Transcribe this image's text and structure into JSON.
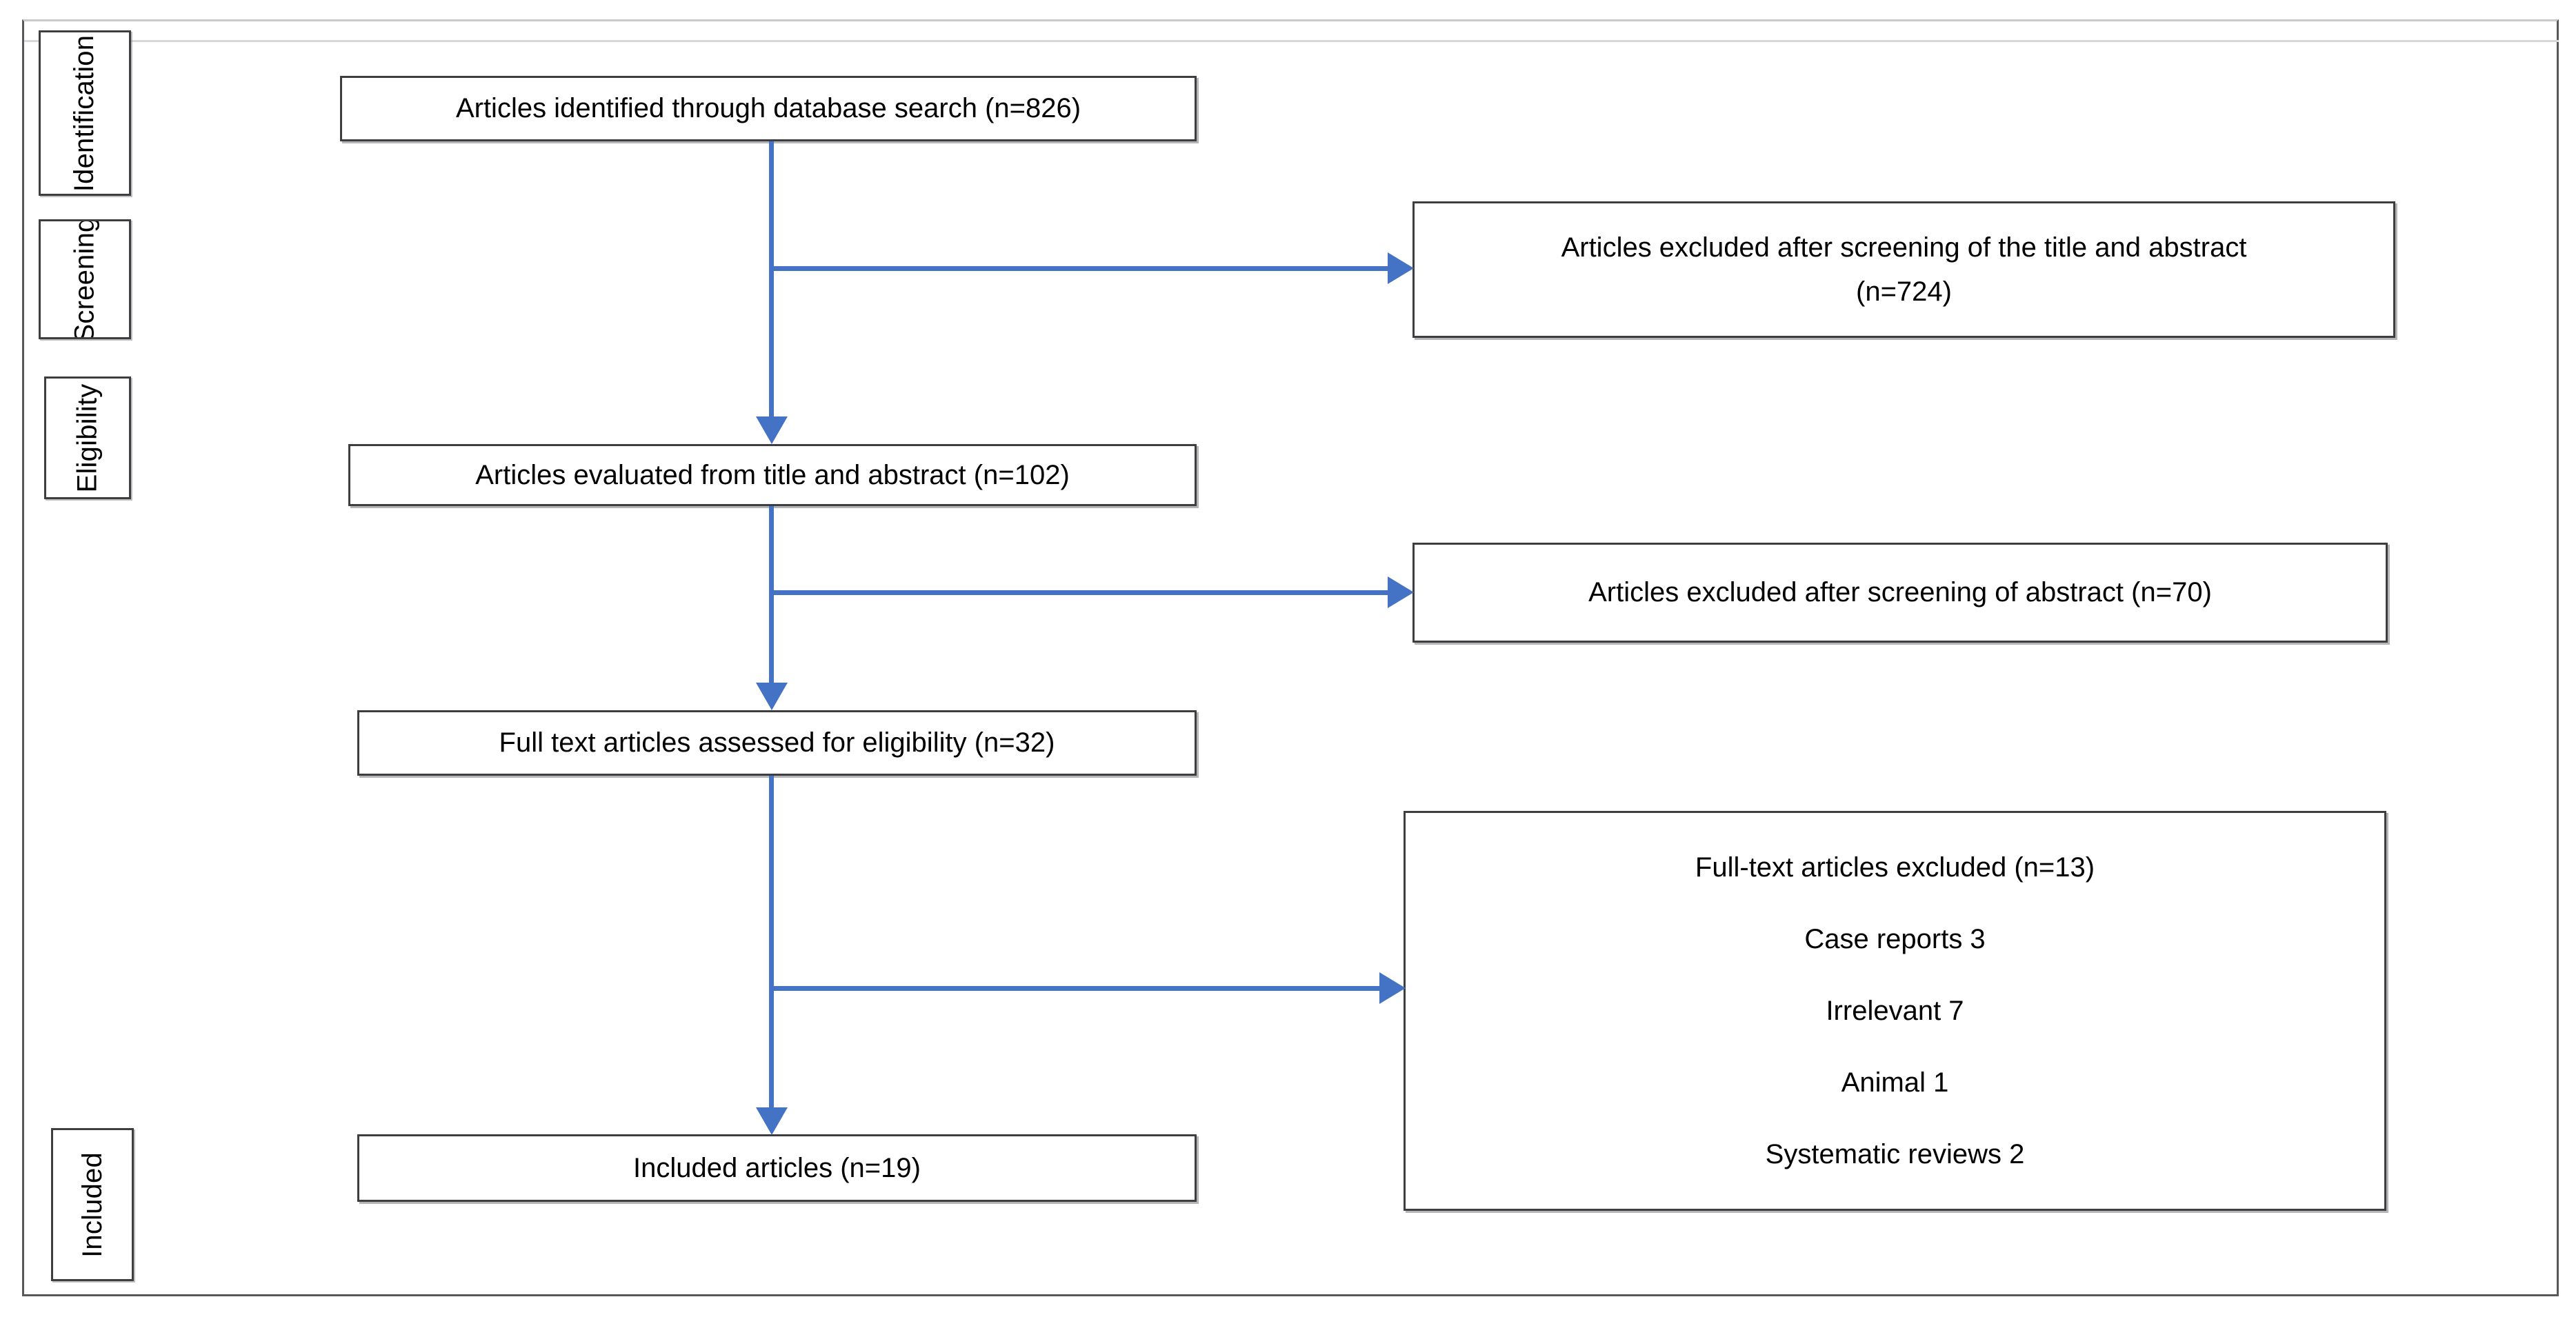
{
  "diagram": {
    "type": "prisma-flow-diagram",
    "accent_color": "#4473C4",
    "box_border_color": "#3E3E40",
    "background_color": "#FFFFFF",
    "stages": [
      {
        "id": "identification",
        "label": "Identification"
      },
      {
        "id": "screening",
        "label": "Screening"
      },
      {
        "id": "eligibility",
        "label": "Eligibility"
      },
      {
        "id": "included",
        "label": "Included"
      }
    ],
    "flow_nodes": [
      {
        "id": "identified",
        "stage": "identification",
        "lines": [
          "Articles identified through database search (n=826)"
        ],
        "n": 826
      },
      {
        "id": "evaluated",
        "stage": "screening",
        "lines": [
          "Articles evaluated from title and abstract (n=102)"
        ],
        "n": 102
      },
      {
        "id": "fulltext-assessed",
        "stage": "eligibility",
        "lines": [
          "Full text articles assessed for eligibility (n=32)"
        ],
        "n": 32
      },
      {
        "id": "included",
        "stage": "included",
        "lines": [
          "Included articles (n=19)"
        ],
        "n": 19
      }
    ],
    "exclusion_nodes": [
      {
        "id": "excluded-title-abstract",
        "lines": [
          "Articles excluded after screening of the title and abstract",
          "(n=724)"
        ],
        "n": 724
      },
      {
        "id": "excluded-abstract",
        "lines": [
          "Articles excluded after screening of abstract (n=70)"
        ],
        "n": 70
      },
      {
        "id": "excluded-fulltext",
        "lines": [
          "Full-text articles excluded (n=13)",
          "Case reports 3",
          "Irrelevant 7",
          "Animal 1",
          "Systematic reviews 2"
        ],
        "n": 13,
        "reasons": [
          {
            "reason": "Case reports",
            "count": 3
          },
          {
            "reason": "Irrelevant",
            "count": 7
          },
          {
            "reason": "Animal",
            "count": 1
          },
          {
            "reason": "Systematic reviews",
            "count": 2
          }
        ]
      }
    ]
  }
}
